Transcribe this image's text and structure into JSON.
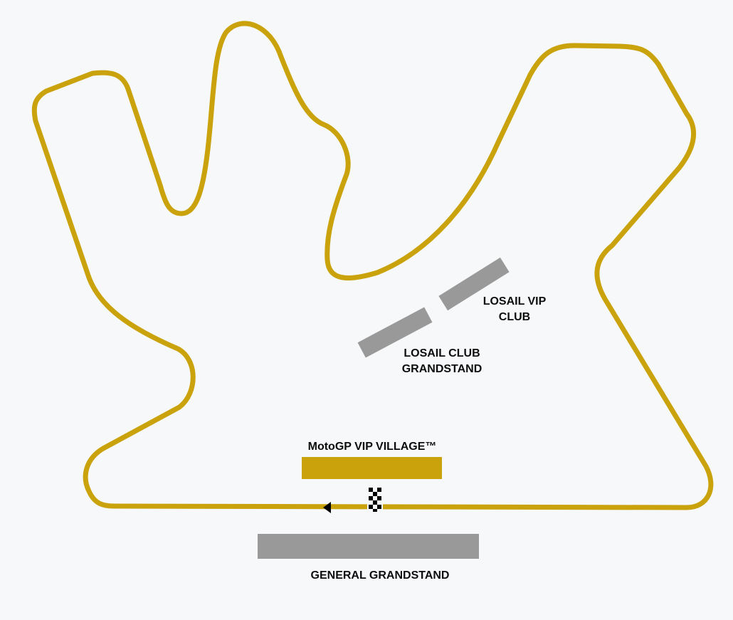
{
  "map": {
    "colors": {
      "background": "#f7f8f9",
      "track": "#c9a20c",
      "grandstand": "#999999",
      "vip_village": "#c9a20c",
      "text": "#0d0d0d"
    },
    "labels": {
      "losail_vip_club": [
        "LOSAIL VIP",
        "CLUB"
      ],
      "losail_club_grandstand": [
        "LOSAIL CLUB",
        "GRANDSTAND"
      ],
      "motogp_vip_village": "MotoGP VIP VILLAGE™",
      "general_grandstand": "GENERAL GRANDSTAND"
    },
    "icons": {
      "start_finish": "checkered-flag-icon",
      "direction": "direction-arrow-icon"
    }
  }
}
